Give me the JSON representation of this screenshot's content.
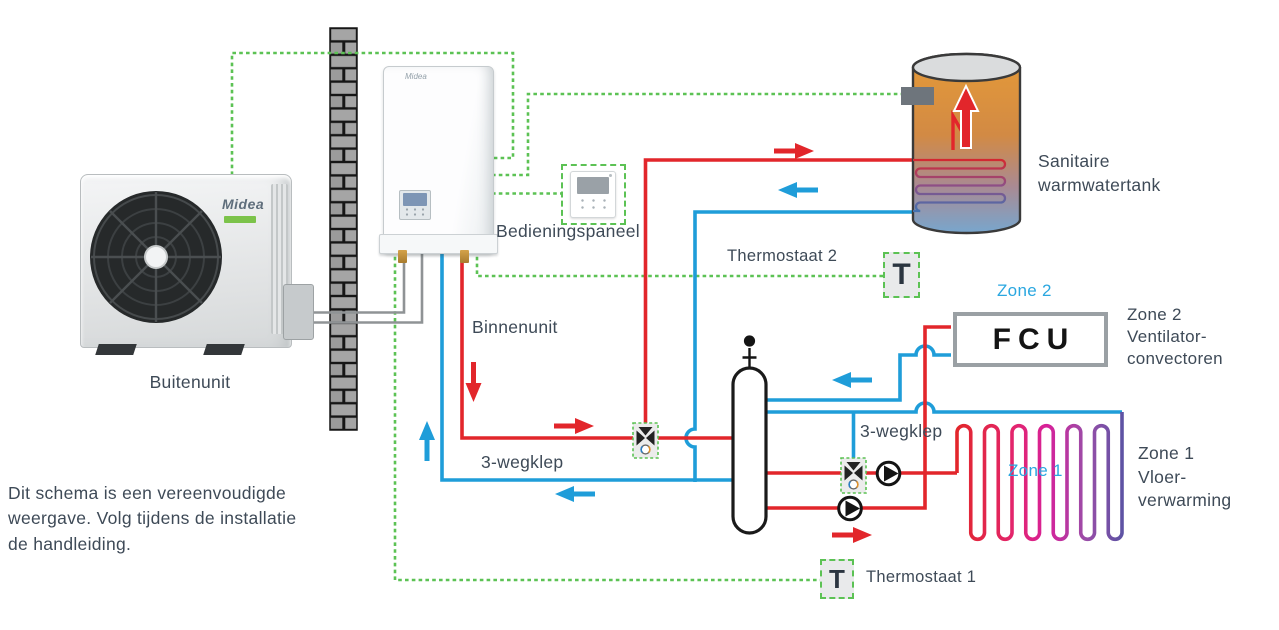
{
  "meta": {
    "type": "installation-schematic",
    "language": "nl"
  },
  "colors": {
    "hot": "#e2262b",
    "cold": "#1f9dd9",
    "wire": "#5cc254",
    "label": "#3e4a57",
    "zone": "#2aa7e0",
    "refrigerant": "#8f9395"
  },
  "outdoor_unit": {
    "brand": "Midea",
    "label": "Buitenunit"
  },
  "indoor_unit": {
    "brand": "Midea",
    "label": "Binnenunit"
  },
  "control_panel": {
    "label": "Bedieningspaneel"
  },
  "dhw_tank": {
    "label": [
      "Sanitaire",
      "warmwatertank"
    ]
  },
  "thermostats": {
    "t2": {
      "label": "Thermostaat 2",
      "symbol": "T"
    },
    "t1": {
      "label": "Thermostaat 1",
      "symbol": "T"
    }
  },
  "valves": {
    "valve1_label": "3-wegklep",
    "valve2_label": "3-wegklep"
  },
  "zone2": {
    "tag": "Zone 2",
    "unit": "FCU",
    "desc": [
      "Zone 2",
      "Ventilator-",
      "convectoren"
    ]
  },
  "zone1": {
    "tag": "Zone 1",
    "desc": [
      "Zone 1",
      "Vloer-",
      "verwarming"
    ]
  },
  "note": [
    "Dit schema is een vereenvoudigde",
    "weergave. Volg tijdens de installatie",
    "de handleiding."
  ]
}
